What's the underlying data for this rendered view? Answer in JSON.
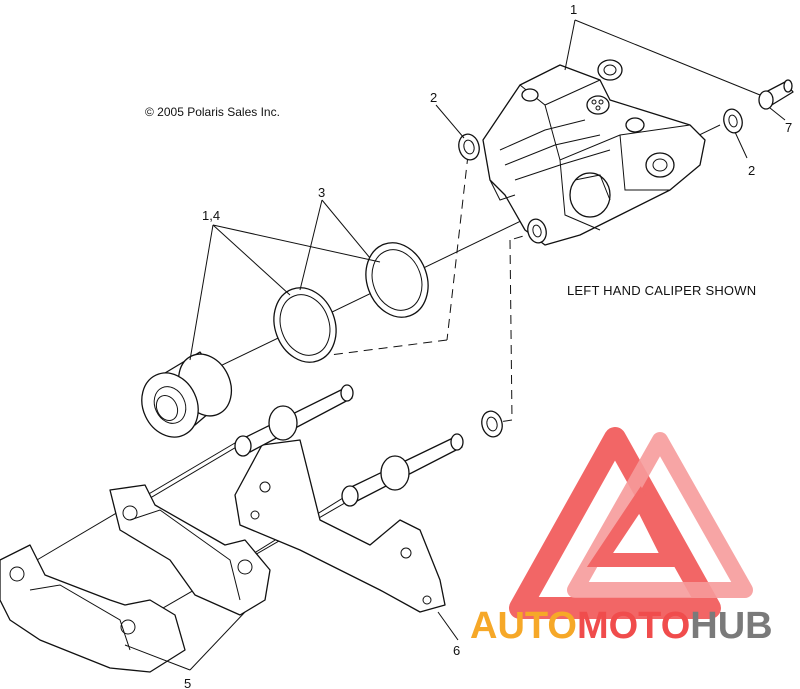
{
  "copyright": "© 2005 Polaris Sales Inc.",
  "caption": "LEFT HAND CALIPER SHOWN",
  "callouts": {
    "c1": "1",
    "c2a": "2",
    "c2b": "2",
    "c3": "3",
    "c14": "1,4",
    "c5": "5",
    "c6": "6",
    "c7": "7"
  },
  "watermark": {
    "part1": "AUTO",
    "part2": "MOTO",
    "part3": "HUB",
    "color_orange": "#f6a828",
    "color_red": "#f04c4c",
    "color_gray": "#7a7a7a"
  }
}
